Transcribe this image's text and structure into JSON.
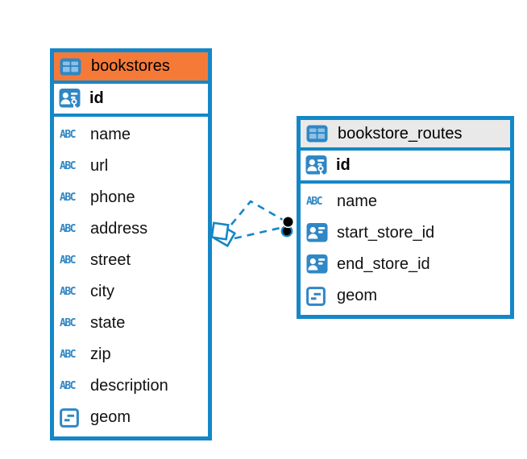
{
  "colors": {
    "accent_blue": "#1487c8",
    "icon_blue": "#2f87c5",
    "table_cell_blue": "#8fc0e3",
    "bookstores_header": "#f57a38",
    "routes_header": "#e9e9e9",
    "text": "#111111"
  },
  "tables": [
    {
      "name": "bookstores",
      "header_color": "#f57a38",
      "primary_key": {
        "name": "id",
        "icon": "primary-key"
      },
      "columns": [
        {
          "name": "name",
          "icon": "text"
        },
        {
          "name": "url",
          "icon": "text"
        },
        {
          "name": "phone",
          "icon": "text"
        },
        {
          "name": "address",
          "icon": "text"
        },
        {
          "name": "street",
          "icon": "text"
        },
        {
          "name": "city",
          "icon": "text"
        },
        {
          "name": "state",
          "icon": "text"
        },
        {
          "name": "zip",
          "icon": "text"
        },
        {
          "name": "description",
          "icon": "text"
        },
        {
          "name": "geom",
          "icon": "geometry"
        }
      ]
    },
    {
      "name": "bookstore_routes",
      "header_color": "#e9e9e9",
      "primary_key": {
        "name": "id",
        "icon": "primary-key"
      },
      "columns": [
        {
          "name": "name",
          "icon": "text"
        },
        {
          "name": "start_store_id",
          "icon": "reference"
        },
        {
          "name": "end_store_id",
          "icon": "reference"
        },
        {
          "name": "geom",
          "icon": "geometry"
        }
      ]
    }
  ],
  "relationship": {
    "from_table": "bookstores",
    "to_table": "bookstore_routes",
    "style": "dashed",
    "color": "#1487c8",
    "line_count": 2
  }
}
